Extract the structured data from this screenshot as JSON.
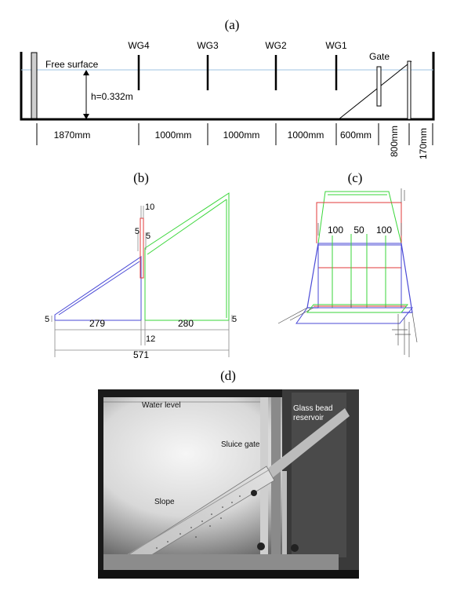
{
  "panels": {
    "a": {
      "label": "(a)",
      "free_surface": "Free surface",
      "depth": "h=0.332m",
      "gate": "Gate",
      "gauges": [
        "WG4",
        "WG3",
        "WG2",
        "WG1"
      ],
      "dimensions": [
        "1870mm",
        "1000mm",
        "1000mm",
        "1000mm",
        "600mm"
      ],
      "vertical_dimensions": [
        "800mm",
        "170mm"
      ]
    },
    "b": {
      "label": "(b)",
      "dims": {
        "top": "10",
        "gate_top_left": "5",
        "gate_top_right": "5",
        "left_end": "5",
        "right_end": "5",
        "left_len": "279",
        "right_len": "280",
        "gap": "12",
        "total": "571"
      }
    },
    "c": {
      "label": "(c)",
      "dims": [
        "100",
        "50",
        "100"
      ]
    },
    "d": {
      "label": "(d)",
      "annotations": {
        "water_level": "Water level",
        "reservoir_line1": "Glass bead",
        "reservoir_line2": "reservoir",
        "sluice_gate": "Sluice gate",
        "slope": "Slope"
      }
    }
  },
  "colors": {
    "water_line": "#9fc3e0",
    "blue": "#4a4ad6",
    "green": "#39d639",
    "red": "#e03a3a",
    "photo_bg": "#ececec"
  }
}
